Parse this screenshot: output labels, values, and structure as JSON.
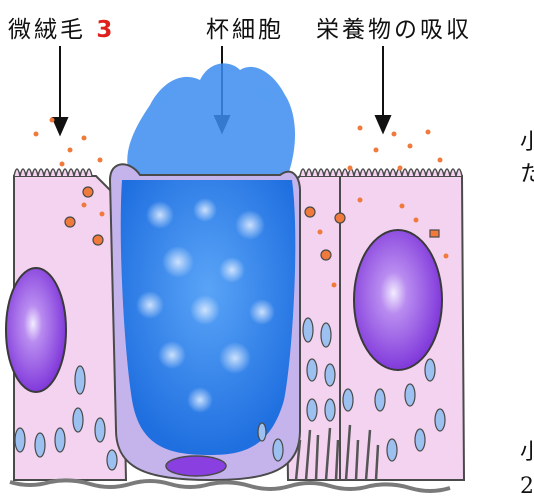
{
  "labels": {
    "microvilli": "微絨毛",
    "microvilli_number": "3",
    "goblet_cell": "杯細胞",
    "nutrient_absorption": "栄養物の吸収"
  },
  "side_text": {
    "line1": "小",
    "line2": "た",
    "line3": "小",
    "line4": "2"
  },
  "colors": {
    "cell_fill": "#f3d3f0",
    "cell_outline": "#4a4a4a",
    "nucleus": "#8a3fe0",
    "mucus": "#3b8cf0",
    "goblet_fill": "#b89ee8",
    "vesicle": "#9cc0f0",
    "nutrient_dot": "#f07a3c",
    "number_red": "#e0201c"
  }
}
